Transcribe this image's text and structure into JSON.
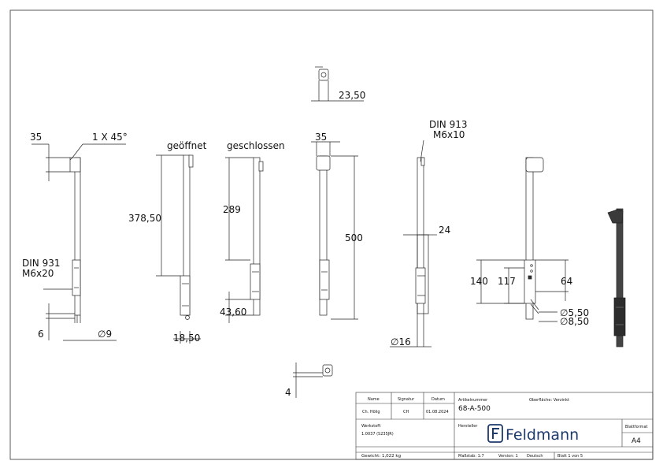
{
  "views": {
    "v1": {
      "top_dim": "35",
      "chamfer": "1 X 45°",
      "screw_label_1": "DIN 931",
      "screw_label_2": "M6x20",
      "bottom_dim": "6",
      "dia": "9"
    },
    "v2": {
      "state": "geöffnet",
      "length": "378,50",
      "bottom_dim": "18,50"
    },
    "v3": {
      "state": "geschlossen",
      "length": "289",
      "bottom_dim": "43,60"
    },
    "v4": {
      "top_dim": "35",
      "length": "500"
    },
    "v5": {
      "screw_label_1": "DIN 913",
      "screw_label_2": "M6x10",
      "width_dim": "24",
      "dia": "16"
    },
    "v6": {
      "dim_140": "140",
      "dim_117": "117",
      "dim_64": "64",
      "hole1": "5,50",
      "hole2": "8,50"
    },
    "top_view_dim": "23,50",
    "bottom_view_dim": "4"
  },
  "title_block": {
    "name_h": "Name",
    "signatur_h": "Signatur",
    "datum_h": "Datum",
    "name_v": "Ch. Hölig",
    "signatur_v": "CH",
    "datum_v": "01.08.2024",
    "artikelnummer_h": "Artikelnummer",
    "artikelnummer_v": "68-A-500",
    "oberflaeche": "Oberfläche: Verzinkt",
    "werkstoff_h": "Werkstoff:",
    "werkstoff_v": "1.0037 (S235JR)",
    "hersteller_h": "Hersteller",
    "brand": "Feldmann",
    "blattformat_h": "Blattformat",
    "blattformat_v": "A4",
    "gewicht": "Gewicht: 1,022 kg",
    "massstab": "Maßstab: 1:7",
    "version": "Version: 1",
    "sprache": "Deutsch",
    "blatt": "Blatt 1 von 5"
  },
  "colors": {
    "line": "#222222",
    "brand": "#1c3a6e",
    "part_dark": "#2d2d2d"
  }
}
